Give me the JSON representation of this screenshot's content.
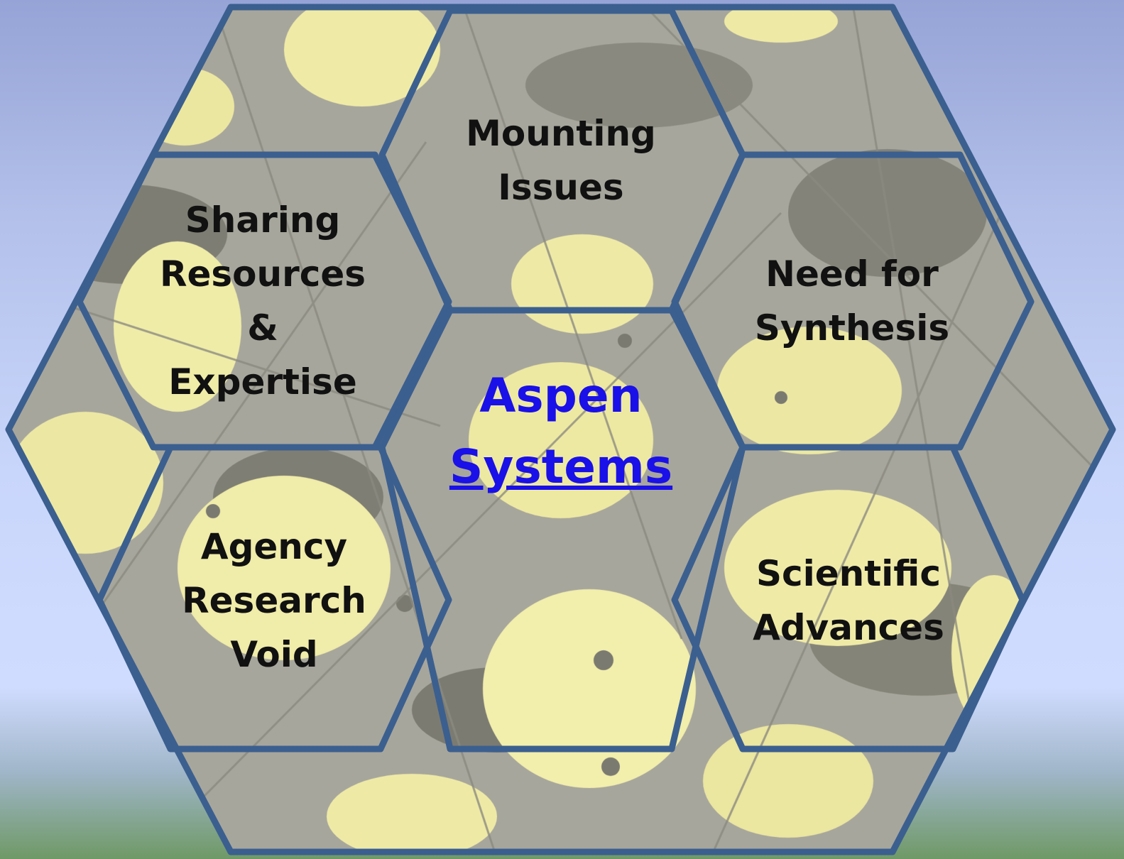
{
  "colors": {
    "hex_stroke": "#3b5f8f",
    "center_text": "#1a10e8",
    "text": "#111111"
  },
  "center": {
    "line1": "Aspen",
    "line2": "Systems"
  },
  "cells": {
    "mounting_issues": [
      "Mounting",
      "Issues"
    ],
    "sharing_resources": [
      "Sharing",
      "Resources",
      "&",
      "Expertise"
    ],
    "need_for_synthesis": [
      "Need for",
      "Synthesis"
    ],
    "agency_research_void": [
      "Agency",
      "Research",
      "Void"
    ],
    "scientific_advances": [
      "Scientific",
      "Advances"
    ]
  }
}
